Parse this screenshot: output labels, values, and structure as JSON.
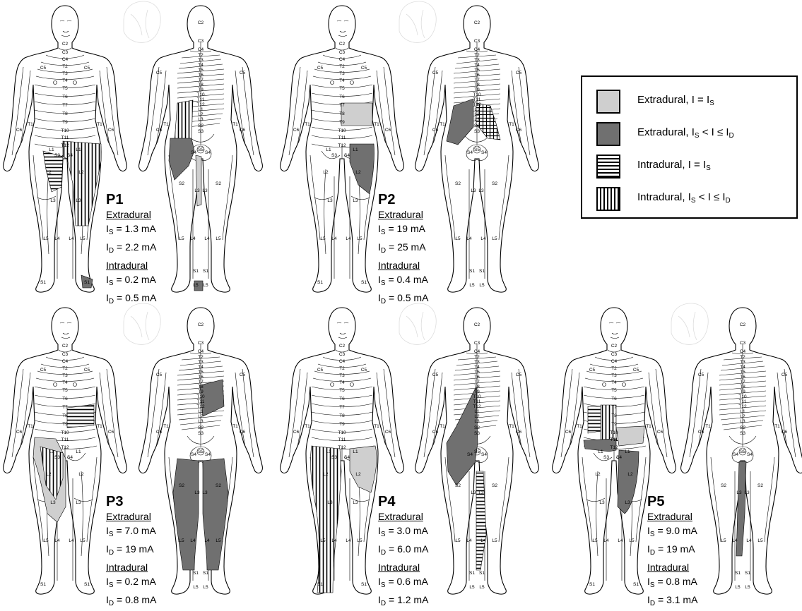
{
  "legend": {
    "items": [
      {
        "key": "extra_is",
        "fill": "light-gray",
        "color": "#cfcfcf",
        "label": "Extradural, I = I",
        "sub": "S",
        "tail": ""
      },
      {
        "key": "extra_range",
        "fill": "dark-gray",
        "color": "#707070",
        "label": "Extradural, I",
        "sub": "S",
        "mid": " < I ≤ I",
        "sub2": "D"
      },
      {
        "key": "intra_is",
        "fill": "horizontal-stripes",
        "label": "Intradural, I = I",
        "sub": "S",
        "tail": ""
      },
      {
        "key": "intra_range",
        "fill": "vertical-stripes",
        "label": "Intradural, I",
        "sub": "S",
        "mid": " < I ≤ I",
        "sub2": "D"
      }
    ]
  },
  "panels": [
    {
      "id": "P1",
      "extra_head": "Extradural",
      "extra_is": "= 1.3 mA",
      "extra_id": "= 2.2 mA",
      "intra_head": "Intradural",
      "intra_is": "= 0.2 mA",
      "intra_id": "= 0.5 mA"
    },
    {
      "id": "P2",
      "extra_head": "Extradural",
      "extra_is": "= 19 mA",
      "extra_id": "= 25 mA",
      "intra_head": "Intradural",
      "intra_is": "= 0.4 mA",
      "intra_id": "= 0.5 mA"
    },
    {
      "id": "P3",
      "extra_head": "Extradural",
      "extra_is": "= 7.0 mA",
      "extra_id": "= 19 mA",
      "intra_head": "Intradural",
      "intra_is": "= 0.2 mA",
      "intra_id": "= 0.8 mA"
    },
    {
      "id": "P4",
      "extra_head": "Extradural",
      "extra_is": "= 3.0 mA",
      "extra_id": "= 6.0 mA",
      "intra_head": "Intradural",
      "intra_is": "= 0.6 mA",
      "intra_id": "= 1.2 mA"
    },
    {
      "id": "P5",
      "extra_head": "Extradural",
      "extra_is": "= 9.0 mA",
      "extra_id": "= 19 mA",
      "intra_head": "Intradural",
      "intra_is": "= 0.8 mA",
      "intra_id": "= 3.1 mA"
    }
  ],
  "dermatome_labels": {
    "front": [
      "C2",
      "C3",
      "C4",
      "C5",
      "C5",
      "T2",
      "T3",
      "T4",
      "T5",
      "T6",
      "T7",
      "T8",
      "T9",
      "T10",
      "T11",
      "T12",
      "C6",
      "T1",
      "T1",
      "C6",
      "L1",
      "L1",
      "S3",
      "S4",
      "L2",
      "L2",
      "L3",
      "L3",
      "L5",
      "L4",
      "L4",
      "L5",
      "S1",
      "S1"
    ],
    "back": [
      "C2",
      "C3",
      "C4",
      "T2",
      "T3",
      "T4",
      "T5",
      "T6",
      "T7",
      "T8",
      "T9",
      "T10",
      "T11",
      "T12",
      "L1",
      "L2",
      "L3",
      "S2",
      "S3",
      "S4",
      "S5",
      "S4",
      "C5",
      "C5",
      "C6",
      "T1",
      "T1",
      "C6",
      "S2",
      "S2",
      "L3",
      "L3",
      "L5",
      "L4",
      "L4",
      "L5",
      "S1",
      "S1",
      "L5",
      "L5"
    ]
  }
}
